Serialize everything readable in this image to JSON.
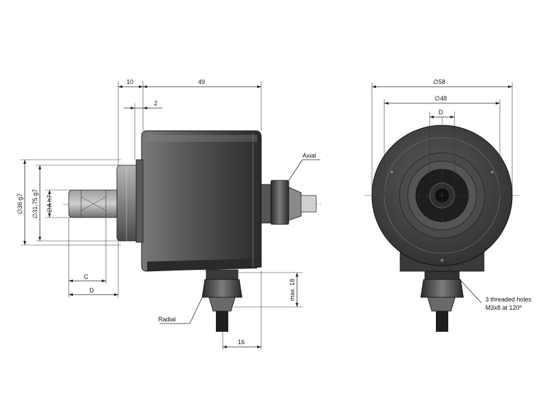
{
  "side_view": {
    "dim_top_left": "10",
    "dim_top_main": "49",
    "dim_small": "2",
    "dim_dia_housing": "∅36 g7",
    "dim_dia_flange": "∅31,75 g7",
    "dim_dia_shaft": "∅A h7",
    "dim_c": "C",
    "dim_d": "D",
    "dim_max18": "max. 18",
    "dim_16": "16",
    "label_axial": "Axial",
    "label_radial": "Radial"
  },
  "front_view": {
    "dim_outer": "∅58",
    "dim_bolt_circle": "∅48",
    "dim_d": "D",
    "note_line1": "3 threaded holes",
    "note_line2": "M3x8 at 120º"
  },
  "colors": {
    "body_dark": "#3f3f3f",
    "body_mid": "#6b6b6b",
    "body_light": "#9a9a9a",
    "line": "#222222"
  }
}
